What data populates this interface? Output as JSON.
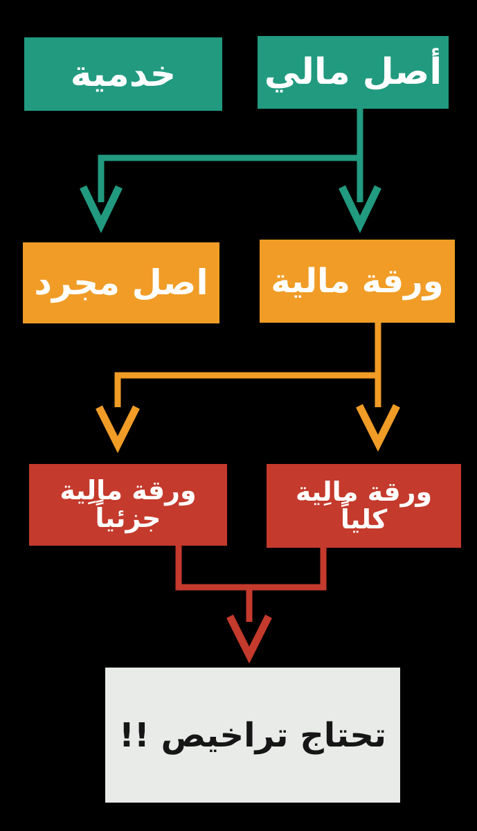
{
  "colors": {
    "bg": "#000000",
    "teal": "#219a80",
    "orange": "#f09c26",
    "red": "#c43a2c",
    "panel": "#e9ebe9",
    "text_light": "#ffffff",
    "text_dark": "#161616"
  },
  "flowchart": {
    "level1": {
      "service": {
        "label": "خدمية"
      },
      "financial_asset": {
        "label": "أصل مالي"
      }
    },
    "level2": {
      "abstract_asset": {
        "label": "اصل مجرد"
      },
      "financial_paper": {
        "label": "ورقة مالية"
      }
    },
    "level3": {
      "partial_financial_paper": {
        "line1": "ورقة مالِية",
        "line2": "جزئياً"
      },
      "full_financial_paper": {
        "line1": "ورقة مالِية",
        "line2": "كلياً"
      }
    },
    "result": {
      "label": "تحتاج تراخيص !!"
    }
  }
}
